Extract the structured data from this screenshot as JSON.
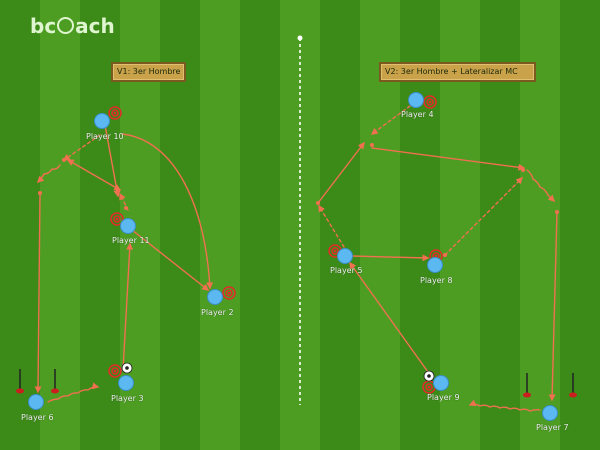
{
  "brand": {
    "logo_text_a": "bc",
    "logo_text_b": "ach"
  },
  "colors": {
    "pitch_dark": "#3c8a18",
    "pitch_light": "#4c9d22",
    "arrow": "#f07050",
    "player": "#5bb8f0",
    "target": "#e52a2a"
  },
  "titles": {
    "v1": "V1: 3er Hombre",
    "v2": "V2: 3er Hombre + Lateralizar MC"
  },
  "players": {
    "p10": "Player 10",
    "p11": "Player 11",
    "p2": "Player 2",
    "p3": "Player 3",
    "p6_left": "Player 6",
    "p4": "Player 4",
    "p5": "Player 5",
    "p8": "Player 8",
    "p9": "Player 9",
    "p7": "Player 7"
  },
  "icons": [
    "player-icon",
    "target-icon",
    "ball-icon",
    "cone-icon",
    "run-arrow-icon",
    "pass-arrow-icon",
    "dribble-arrow-icon"
  ]
}
